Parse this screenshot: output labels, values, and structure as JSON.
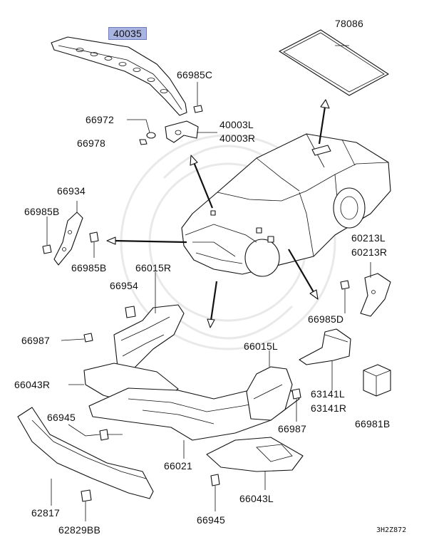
{
  "diagram": {
    "labels": [
      {
        "id": "p40035",
        "text": "40035",
        "highlighted": true
      },
      {
        "id": "p78086",
        "text": "78086"
      },
      {
        "id": "p66985C",
        "text": "66985C"
      },
      {
        "id": "p66972",
        "text": "66972"
      },
      {
        "id": "p40003L",
        "text": "40003L"
      },
      {
        "id": "p40003R",
        "text": "40003R"
      },
      {
        "id": "p66978",
        "text": "66978"
      },
      {
        "id": "p66934",
        "text": "66934"
      },
      {
        "id": "p66985B_a",
        "text": "66985B"
      },
      {
        "id": "p66985B_b",
        "text": "66985B"
      },
      {
        "id": "p66015R",
        "text": "66015R"
      },
      {
        "id": "p60213L",
        "text": "60213L"
      },
      {
        "id": "p60213R",
        "text": "60213R"
      },
      {
        "id": "p66954",
        "text": "66954"
      },
      {
        "id": "p66985D",
        "text": "66985D"
      },
      {
        "id": "p66987_a",
        "text": "66987"
      },
      {
        "id": "p66015L",
        "text": "66015L"
      },
      {
        "id": "p66043R",
        "text": "66043R"
      },
      {
        "id": "p63141L",
        "text": "63141L"
      },
      {
        "id": "p63141R",
        "text": "63141R"
      },
      {
        "id": "p66945_a",
        "text": "66945"
      },
      {
        "id": "p66987_b",
        "text": "66987"
      },
      {
        "id": "p66981B",
        "text": "66981B"
      },
      {
        "id": "p66021",
        "text": "66021"
      },
      {
        "id": "p66043L",
        "text": "66043L"
      },
      {
        "id": "p62817",
        "text": "62817"
      },
      {
        "id": "p62829BB",
        "text": "62829BB"
      },
      {
        "id": "p66945_b",
        "text": "66945"
      }
    ],
    "drawing_code": "3H2Z872",
    "colors": {
      "line": "#111111",
      "highlight": "#a9b4e2",
      "highlight_border": "#6d7bb8"
    }
  }
}
